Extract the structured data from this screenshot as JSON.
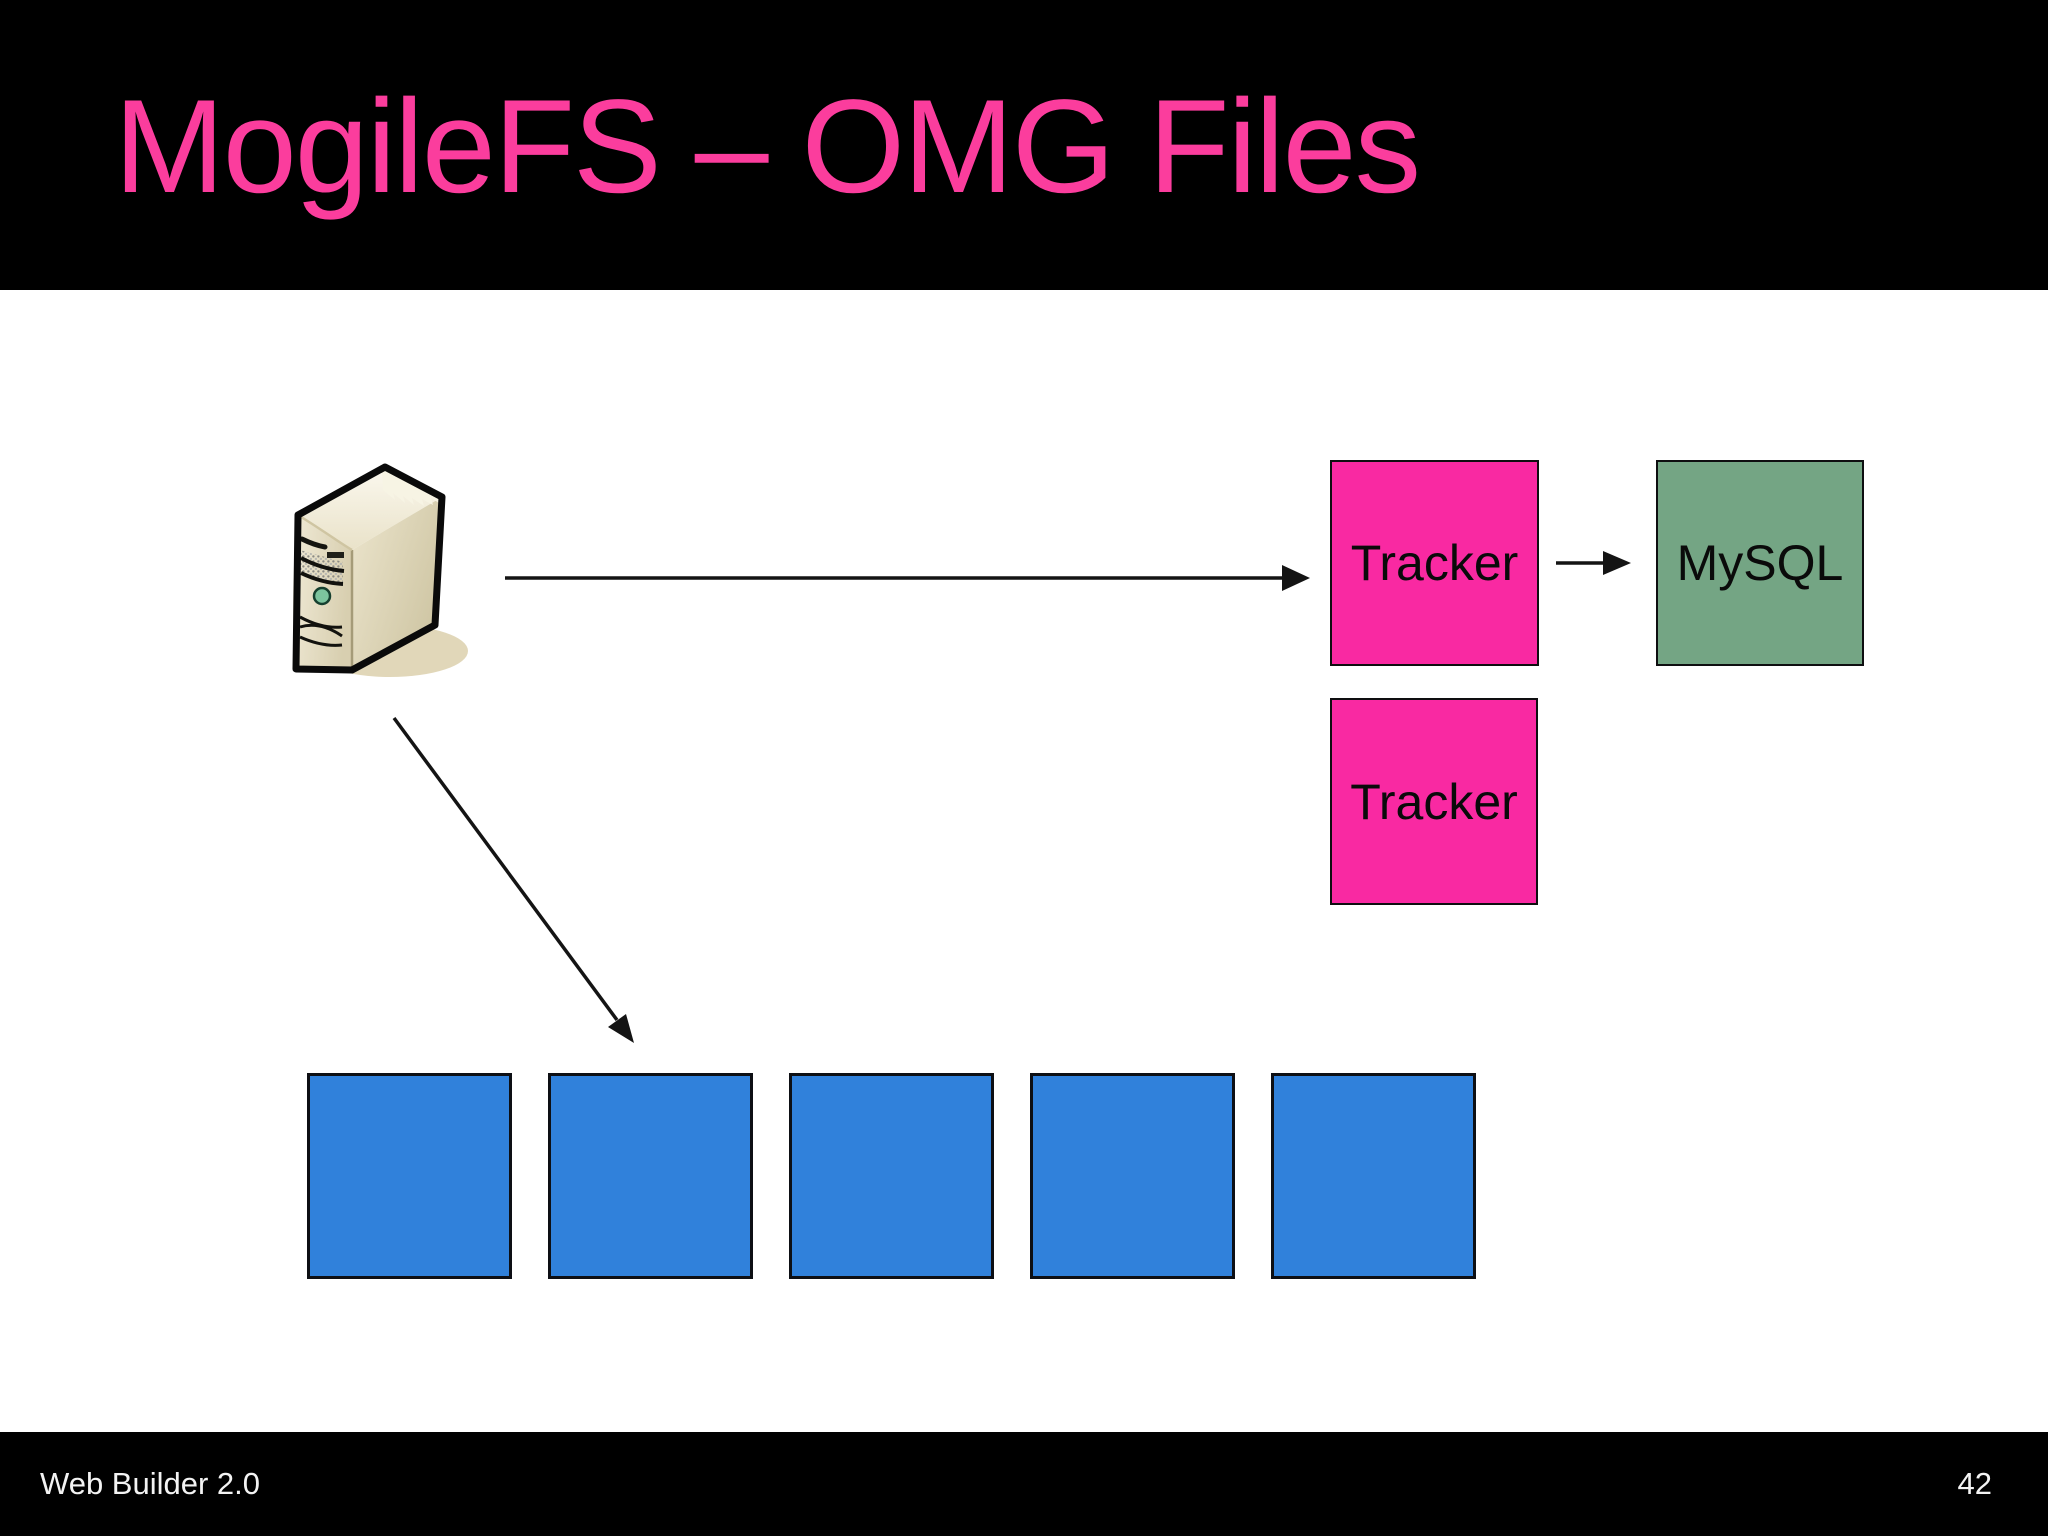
{
  "slide": {
    "title": "MogileFS – OMG Files",
    "footer_left": "Web Builder 2.0",
    "page_number": "42"
  },
  "colors": {
    "title": "#fb3d9d",
    "header_bg": "#000000",
    "slide_bg": "#ffffff",
    "tracker_fill": "#f929a2",
    "mysql_fill": "#74a584",
    "storage_fill": "#3081db",
    "arrow": "#141414",
    "footer_text": "#f3f3f3"
  },
  "diagram": {
    "nodes": {
      "web_server": {
        "icon": "server-tower-icon",
        "label": ""
      },
      "tracker1": {
        "label": "Tracker"
      },
      "tracker2": {
        "label": "Tracker"
      },
      "mysql": {
        "label": "MySQL"
      }
    },
    "storage_nodes": {
      "count": 5
    },
    "edges": [
      {
        "from": "web-server",
        "to": "tracker1",
        "style": "arrow-right"
      },
      {
        "from": "tracker1",
        "to": "mysql",
        "style": "arrow-right"
      },
      {
        "from": "web-server",
        "to": "storage-nodes",
        "style": "arrow-diagonal-down"
      }
    ]
  }
}
